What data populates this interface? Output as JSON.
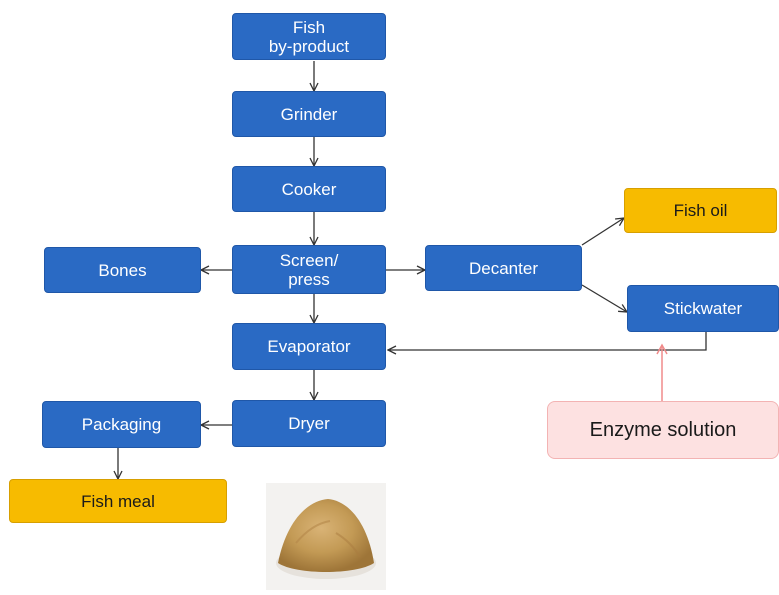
{
  "nodes": {
    "fish_byproduct": "Fish\nby-product",
    "grinder": "Grinder",
    "cooker": "Cooker",
    "screen_press": "Screen/\npress",
    "bones": "Bones",
    "decanter": "Decanter",
    "fish_oil": "Fish oil",
    "stickwater": "Stickwater",
    "evaporator": "Evaporator",
    "enzyme_solution": "Enzyme solution",
    "dryer": "Dryer",
    "packaging": "Packaging",
    "fish_meal": "Fish meal"
  },
  "colors": {
    "process": "#2a6ac4",
    "product": "#f7bb00",
    "input": "#fde1e1",
    "arrow": "#333333",
    "enzyme_arrow": "#f08a8a"
  }
}
